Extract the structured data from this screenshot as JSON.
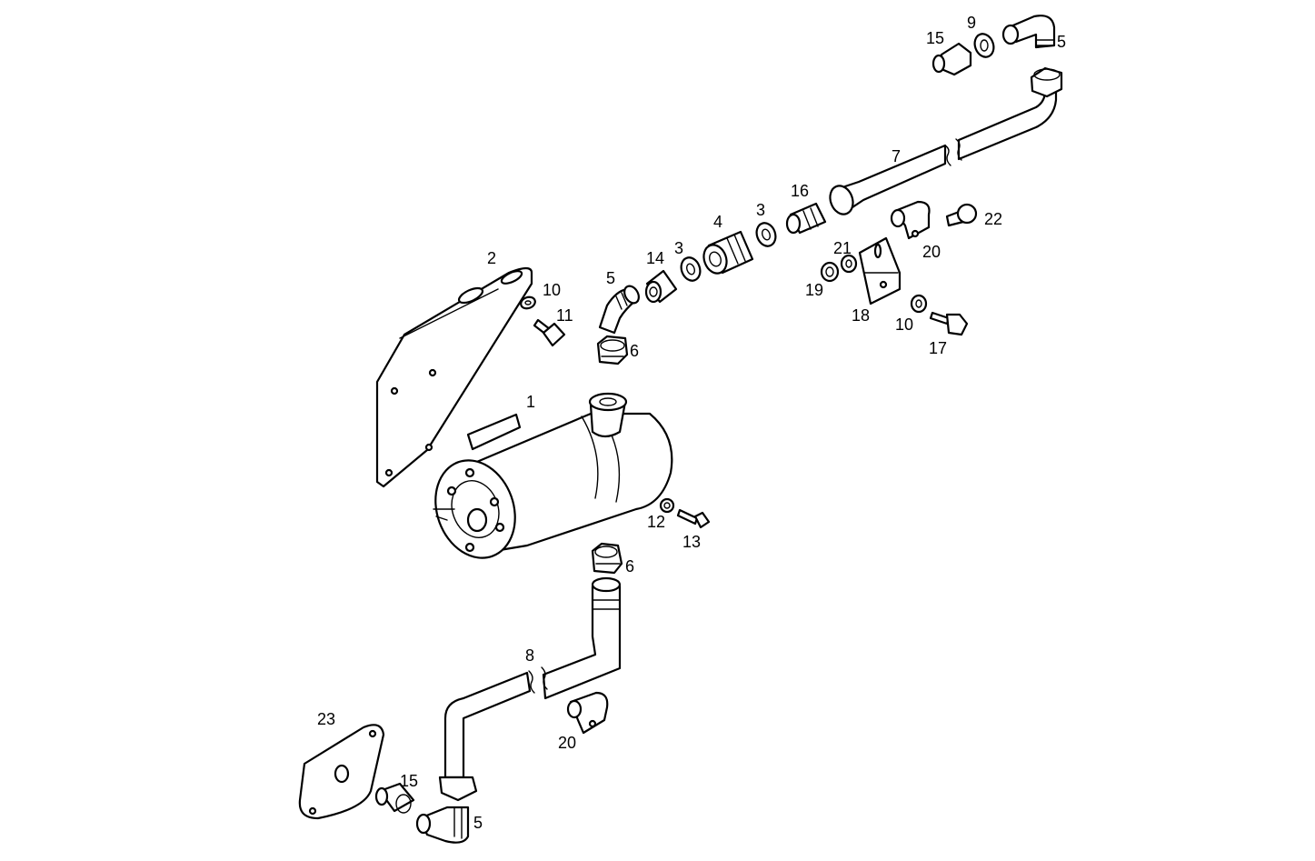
{
  "labels": {
    "l1": "1",
    "l2": "2",
    "l3a": "3",
    "l3b": "3",
    "l4": "4",
    "l5a": "5",
    "l5b": "5",
    "l5c": "5",
    "l6a": "6",
    "l6b": "6",
    "l7": "7",
    "l8": "8",
    "l9": "9",
    "l10a": "10",
    "l10b": "10",
    "l11": "11",
    "l12": "12",
    "l13": "13",
    "l14": "14",
    "l15a": "15",
    "l15b": "15",
    "l16": "16",
    "l17": "17",
    "l18": "18",
    "l19": "19",
    "l20a": "20",
    "l20b": "20",
    "l21": "21",
    "l22": "22",
    "l23": "23"
  }
}
